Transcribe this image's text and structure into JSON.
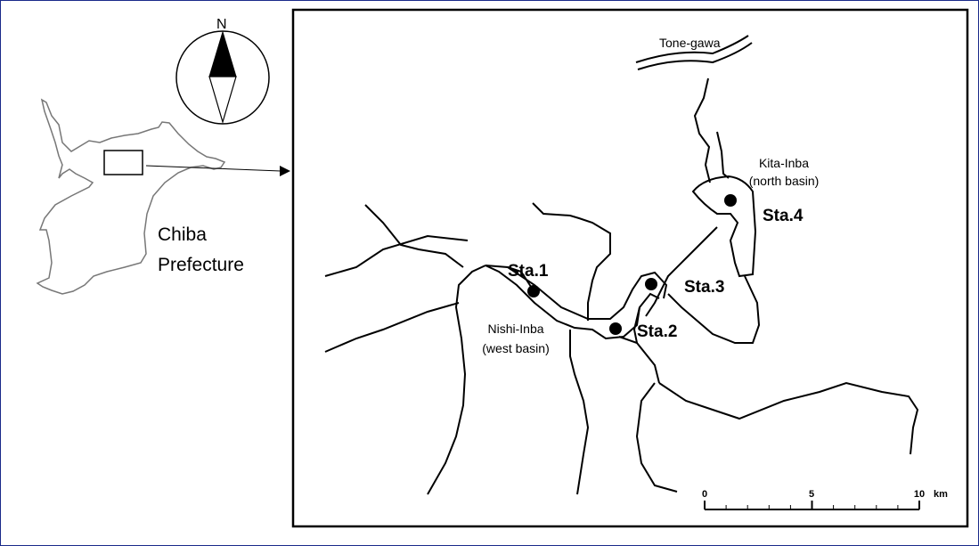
{
  "compass": {
    "north_label": "N"
  },
  "overview": {
    "prefecture_line1": "Chiba",
    "prefecture_line2": "Prefecture"
  },
  "detail": {
    "river": "Tone-gawa",
    "north_basin_line1": "Kita-Inba",
    "north_basin_line2": "(north basin)",
    "west_basin_line1": "Nishi-Inba",
    "west_basin_line2": "(west basin)",
    "stations": [
      "Sta.1",
      "Sta.2",
      "Sta.3",
      "Sta.4"
    ]
  },
  "scale_bar": {
    "ticks": [
      "0",
      "5",
      "10"
    ],
    "unit": "km"
  }
}
